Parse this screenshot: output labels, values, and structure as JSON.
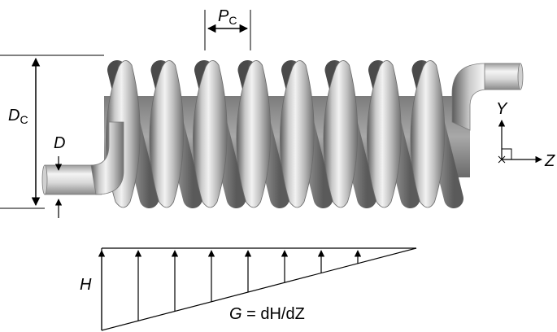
{
  "labels": {
    "pitch": "P",
    "pitch_sub": "C",
    "coil_diameter": "D",
    "coil_diameter_sub": "C",
    "tube_diameter": "D",
    "axis_y": "Y",
    "axis_z": "Z",
    "head": "H",
    "gradient_symbol": "G",
    "gradient_expr": " = dH/dZ"
  },
  "coil": {
    "turns": 8,
    "color": "#9a9a9a"
  },
  "head_profile": {
    "arrow_count": 8
  }
}
